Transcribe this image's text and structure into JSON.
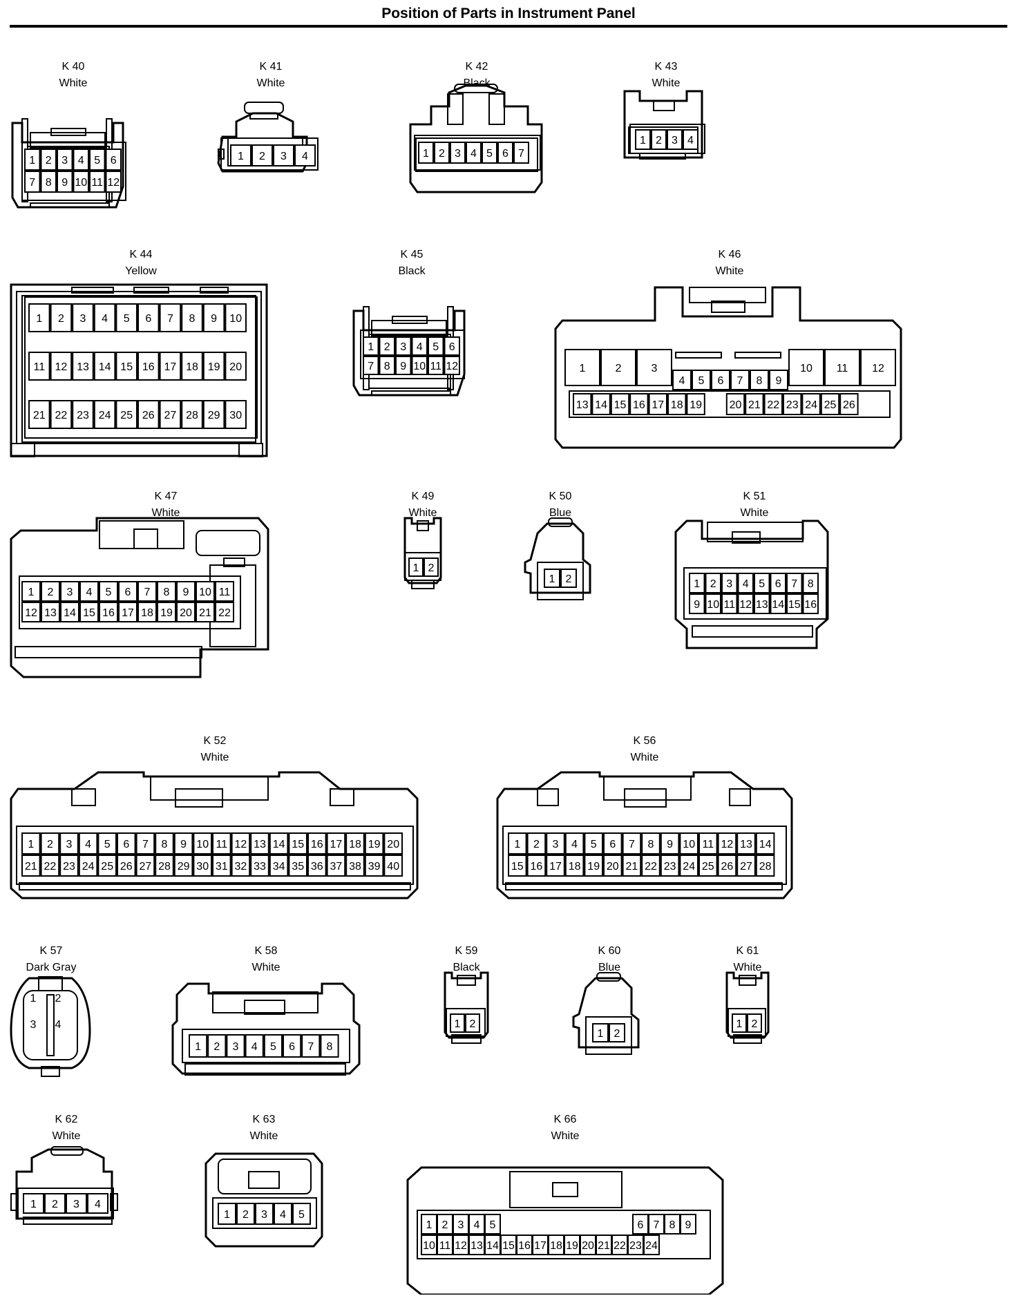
{
  "title": "Position of Parts in Instrument Panel",
  "connectors": [
    {
      "id": "K 40",
      "color": "White",
      "pins": [
        [
          1,
          2,
          3,
          4,
          5,
          6
        ],
        [
          7,
          8,
          9,
          10,
          11,
          12
        ]
      ]
    },
    {
      "id": "K 41",
      "color": "White",
      "pins": [
        [
          1,
          2,
          3,
          4
        ]
      ]
    },
    {
      "id": "K 42",
      "color": "Black",
      "pins": [
        [
          1,
          2,
          3,
          4,
          5,
          6,
          7
        ]
      ]
    },
    {
      "id": "K 43",
      "color": "White",
      "pins": [
        [
          1,
          2,
          3,
          4
        ]
      ]
    },
    {
      "id": "K 44",
      "color": "Yellow",
      "pins": [
        [
          1,
          2,
          3,
          4,
          5,
          6,
          7,
          8,
          9,
          10
        ],
        [
          11,
          12,
          13,
          14,
          15,
          16,
          17,
          18,
          19,
          20
        ],
        [
          21,
          22,
          23,
          24,
          25,
          26,
          27,
          28,
          29,
          30
        ]
      ]
    },
    {
      "id": "K 45",
      "color": "Black",
      "pins": [
        [
          1,
          2,
          3,
          4,
          5,
          6
        ],
        [
          7,
          8,
          9,
          10,
          11,
          12
        ]
      ]
    },
    {
      "id": "K 46",
      "color": "White",
      "pins": [
        [
          1,
          2,
          3,
          10,
          11,
          12
        ],
        [
          4,
          5,
          6,
          7,
          8,
          9
        ],
        [
          13,
          14,
          15,
          16,
          17,
          18,
          19,
          20,
          21,
          22,
          23,
          24,
          25,
          26
        ]
      ]
    },
    {
      "id": "K 47",
      "color": "White",
      "pins": [
        [
          1,
          2,
          3,
          4,
          5,
          6,
          7,
          8,
          9,
          10,
          11
        ],
        [
          12,
          13,
          14,
          15,
          16,
          17,
          18,
          19,
          20,
          21,
          22
        ]
      ]
    },
    {
      "id": "K 49",
      "color": "White",
      "pins": [
        [
          1,
          2
        ]
      ]
    },
    {
      "id": "K 50",
      "color": "Blue",
      "pins": [
        [
          1,
          2
        ]
      ]
    },
    {
      "id": "K 51",
      "color": "White",
      "pins": [
        [
          1,
          2,
          3,
          4,
          5,
          6,
          7,
          8
        ],
        [
          9,
          10,
          11,
          12,
          13,
          14,
          15,
          16
        ]
      ]
    },
    {
      "id": "K 52",
      "color": "White",
      "pins": [
        [
          1,
          2,
          3,
          4,
          5,
          6,
          7,
          8,
          9,
          10,
          11,
          12,
          13,
          14,
          15,
          16,
          17,
          18,
          19,
          20
        ],
        [
          21,
          22,
          23,
          24,
          25,
          26,
          27,
          28,
          29,
          30,
          31,
          32,
          33,
          34,
          35,
          36,
          37,
          38,
          39,
          40
        ]
      ]
    },
    {
      "id": "K 56",
      "color": "White",
      "pins": [
        [
          1,
          2,
          3,
          4,
          5,
          6,
          7,
          8,
          9,
          10,
          11,
          12,
          13,
          14
        ],
        [
          15,
          16,
          17,
          18,
          19,
          20,
          21,
          22,
          23,
          24,
          25,
          26,
          27,
          28
        ]
      ]
    },
    {
      "id": "K 57",
      "color": "Dark Gray",
      "pins": [
        [
          1,
          2
        ],
        [
          3,
          4
        ]
      ]
    },
    {
      "id": "K 58",
      "color": "White",
      "pins": [
        [
          1,
          2,
          3,
          4,
          5,
          6,
          7,
          8
        ]
      ]
    },
    {
      "id": "K 59",
      "color": "Black",
      "pins": [
        [
          1,
          2
        ]
      ]
    },
    {
      "id": "K 60",
      "color": "Blue",
      "pins": [
        [
          1,
          2
        ]
      ]
    },
    {
      "id": "K 61",
      "color": "White",
      "pins": [
        [
          1,
          2
        ]
      ]
    },
    {
      "id": "K 62",
      "color": "White",
      "pins": [
        [
          1,
          2,
          3,
          4
        ]
      ]
    },
    {
      "id": "K 63",
      "color": "White",
      "pins": [
        [
          1,
          2,
          3,
          4,
          5
        ]
      ]
    },
    {
      "id": "K 66",
      "color": "White",
      "pins": [
        [
          1,
          2,
          3,
          4,
          5,
          6,
          7,
          8,
          9
        ],
        [
          10,
          11,
          12,
          13,
          14,
          15,
          16,
          17,
          18,
          19,
          20,
          21,
          22,
          23,
          24
        ]
      ]
    }
  ]
}
